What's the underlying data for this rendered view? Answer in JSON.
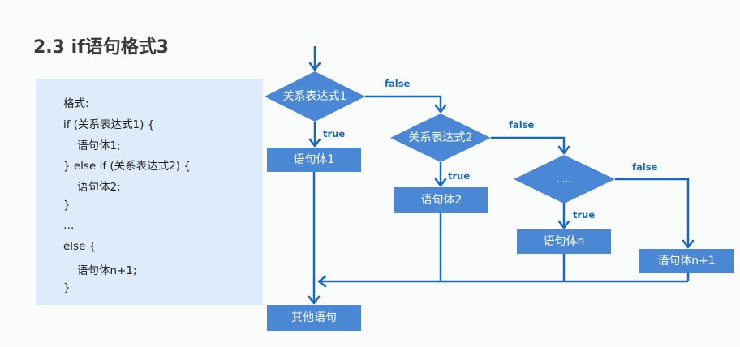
{
  "page": {
    "title": "2.3 if语句格式3"
  },
  "code_panel": {
    "lines": [
      {
        "text": "格式:",
        "indent": false
      },
      {
        "text": "if (关系表达式1) {",
        "indent": false
      },
      {
        "text": "语句体1;",
        "indent": true
      },
      {
        "text": "} else if (关系表达式2) {",
        "indent": false
      },
      {
        "text": "语句体2;",
        "indent": true
      },
      {
        "text": "}",
        "indent": false
      },
      {
        "text": "…",
        "indent": false
      },
      {
        "text": "else {",
        "indent": false
      },
      {
        "text": "语句体n+1;",
        "indent": true
      },
      {
        "text": "}",
        "indent": false
      }
    ]
  },
  "flowchart": {
    "colors": {
      "shape_fill": "#4a88d6",
      "connector": "#1668c0",
      "panel_bg": "#deebfa"
    },
    "nodes": {
      "cond1": {
        "type": "decision",
        "label": "关系表达式1"
      },
      "cond2": {
        "type": "decision",
        "label": "关系表达式2"
      },
      "cond3": {
        "type": "decision",
        "label": "....."
      },
      "body1": {
        "type": "process",
        "label": "语句体1"
      },
      "body2": {
        "type": "process",
        "label": "语句体2"
      },
      "bodyn": {
        "type": "process",
        "label": "语句体n"
      },
      "bodyn1": {
        "type": "process",
        "label": "语句体n+1"
      },
      "other": {
        "type": "process",
        "label": "其他语句"
      }
    },
    "edges": {
      "e1_true": {
        "from": "cond1",
        "to": "body1",
        "label": "true"
      },
      "e1_false": {
        "from": "cond1",
        "to": "cond2",
        "label": "false"
      },
      "e2_true": {
        "from": "cond2",
        "to": "body2",
        "label": "true"
      },
      "e2_false": {
        "from": "cond2",
        "to": "cond3",
        "label": "false"
      },
      "e3_true": {
        "from": "cond3",
        "to": "bodyn",
        "label": "true"
      },
      "e3_false": {
        "from": "cond3",
        "to": "bodyn1",
        "label": "false"
      }
    }
  }
}
